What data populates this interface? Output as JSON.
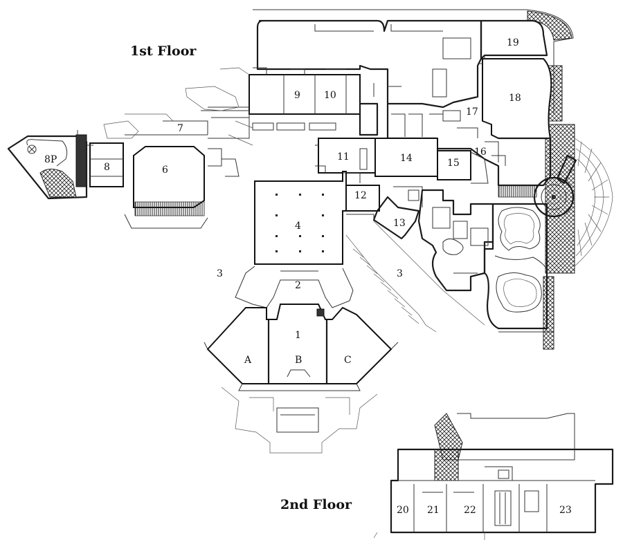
{
  "titles": {
    "first_floor": "1st Floor",
    "second_floor": "2nd Floor"
  },
  "rooms": {
    "r1": "1",
    "r2": "2",
    "r3a": "3",
    "r3b": "3",
    "r4": "4",
    "r6": "6",
    "r7": "7",
    "r8": "8",
    "r8p": "8P",
    "r9": "9",
    "r10": "10",
    "r11": "11",
    "r12": "12",
    "r13": "13",
    "r14": "14",
    "r15": "15",
    "r16": "16",
    "r17": "17",
    "r18": "18",
    "r19": "19",
    "r20": "20",
    "r21": "21",
    "r22": "22",
    "r23": "23",
    "ra": "A",
    "rb": "B",
    "rc": "C"
  }
}
